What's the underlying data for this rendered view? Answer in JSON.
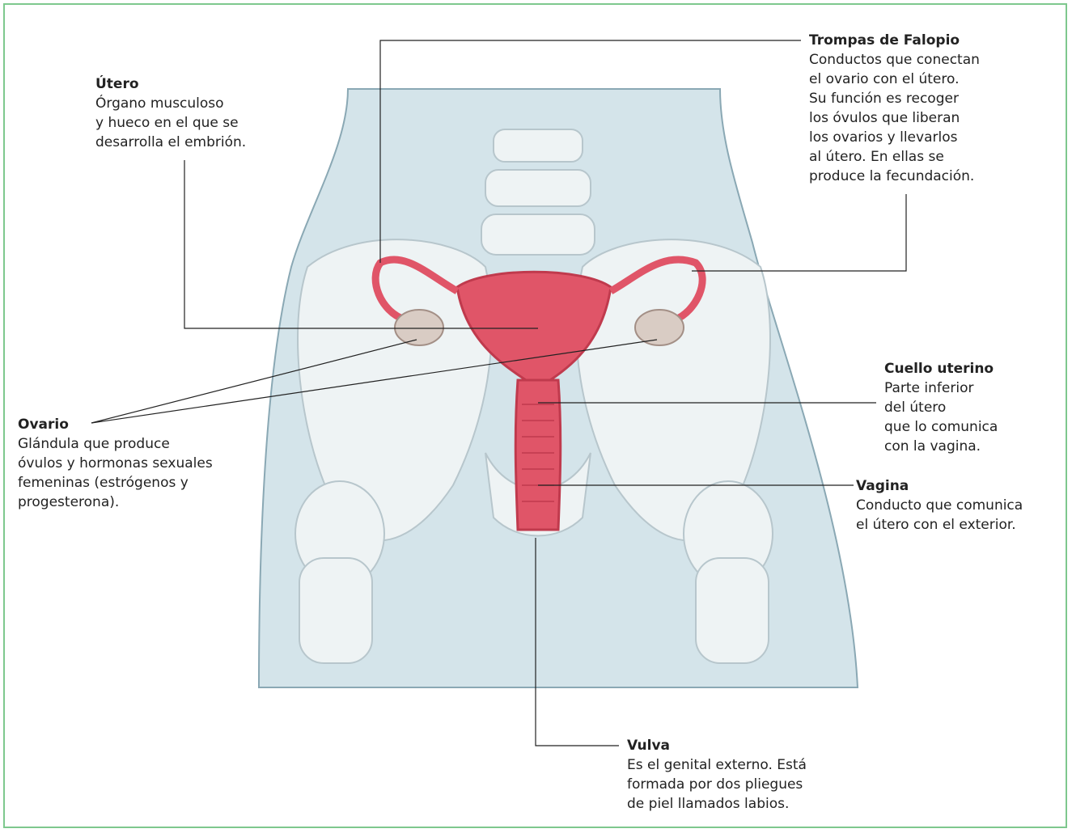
{
  "colors": {
    "frame": "#7ec88e",
    "skin": "#d4e4ea",
    "bone": "#eef3f4",
    "organ": "#e05568",
    "organ_dark": "#c03a4d",
    "leader": "#222222"
  },
  "labels": {
    "utero": {
      "title": "Útero",
      "desc": "Órgano musculoso\ny hueco en el que se\ndesarrolla el embrión."
    },
    "trompas": {
      "title": "Trompas de Falopio",
      "desc": "Conductos que conectan\nel ovario con el útero.\nSu función es recoger\nlos óvulos que liberan\nlos ovarios y llevarlos\nal útero. En ellas se\nproduce la fecundación."
    },
    "cuello": {
      "title": "Cuello uterino",
      "desc": "Parte inferior\ndel útero\nque lo comunica\ncon la vagina."
    },
    "ovario": {
      "title": "Ovario",
      "desc": "Glándula que produce\nóvulos y hormonas sexuales\nfemeninas (estrógenos y\nprogesterona)."
    },
    "vagina": {
      "title": "Vagina",
      "desc": "Conducto que comunica\nel útero con el exterior."
    },
    "vulva": {
      "title": "Vulva",
      "desc": "Es el genital externo. Está\nformada por dos pliegues\nde piel llamados labios."
    }
  }
}
